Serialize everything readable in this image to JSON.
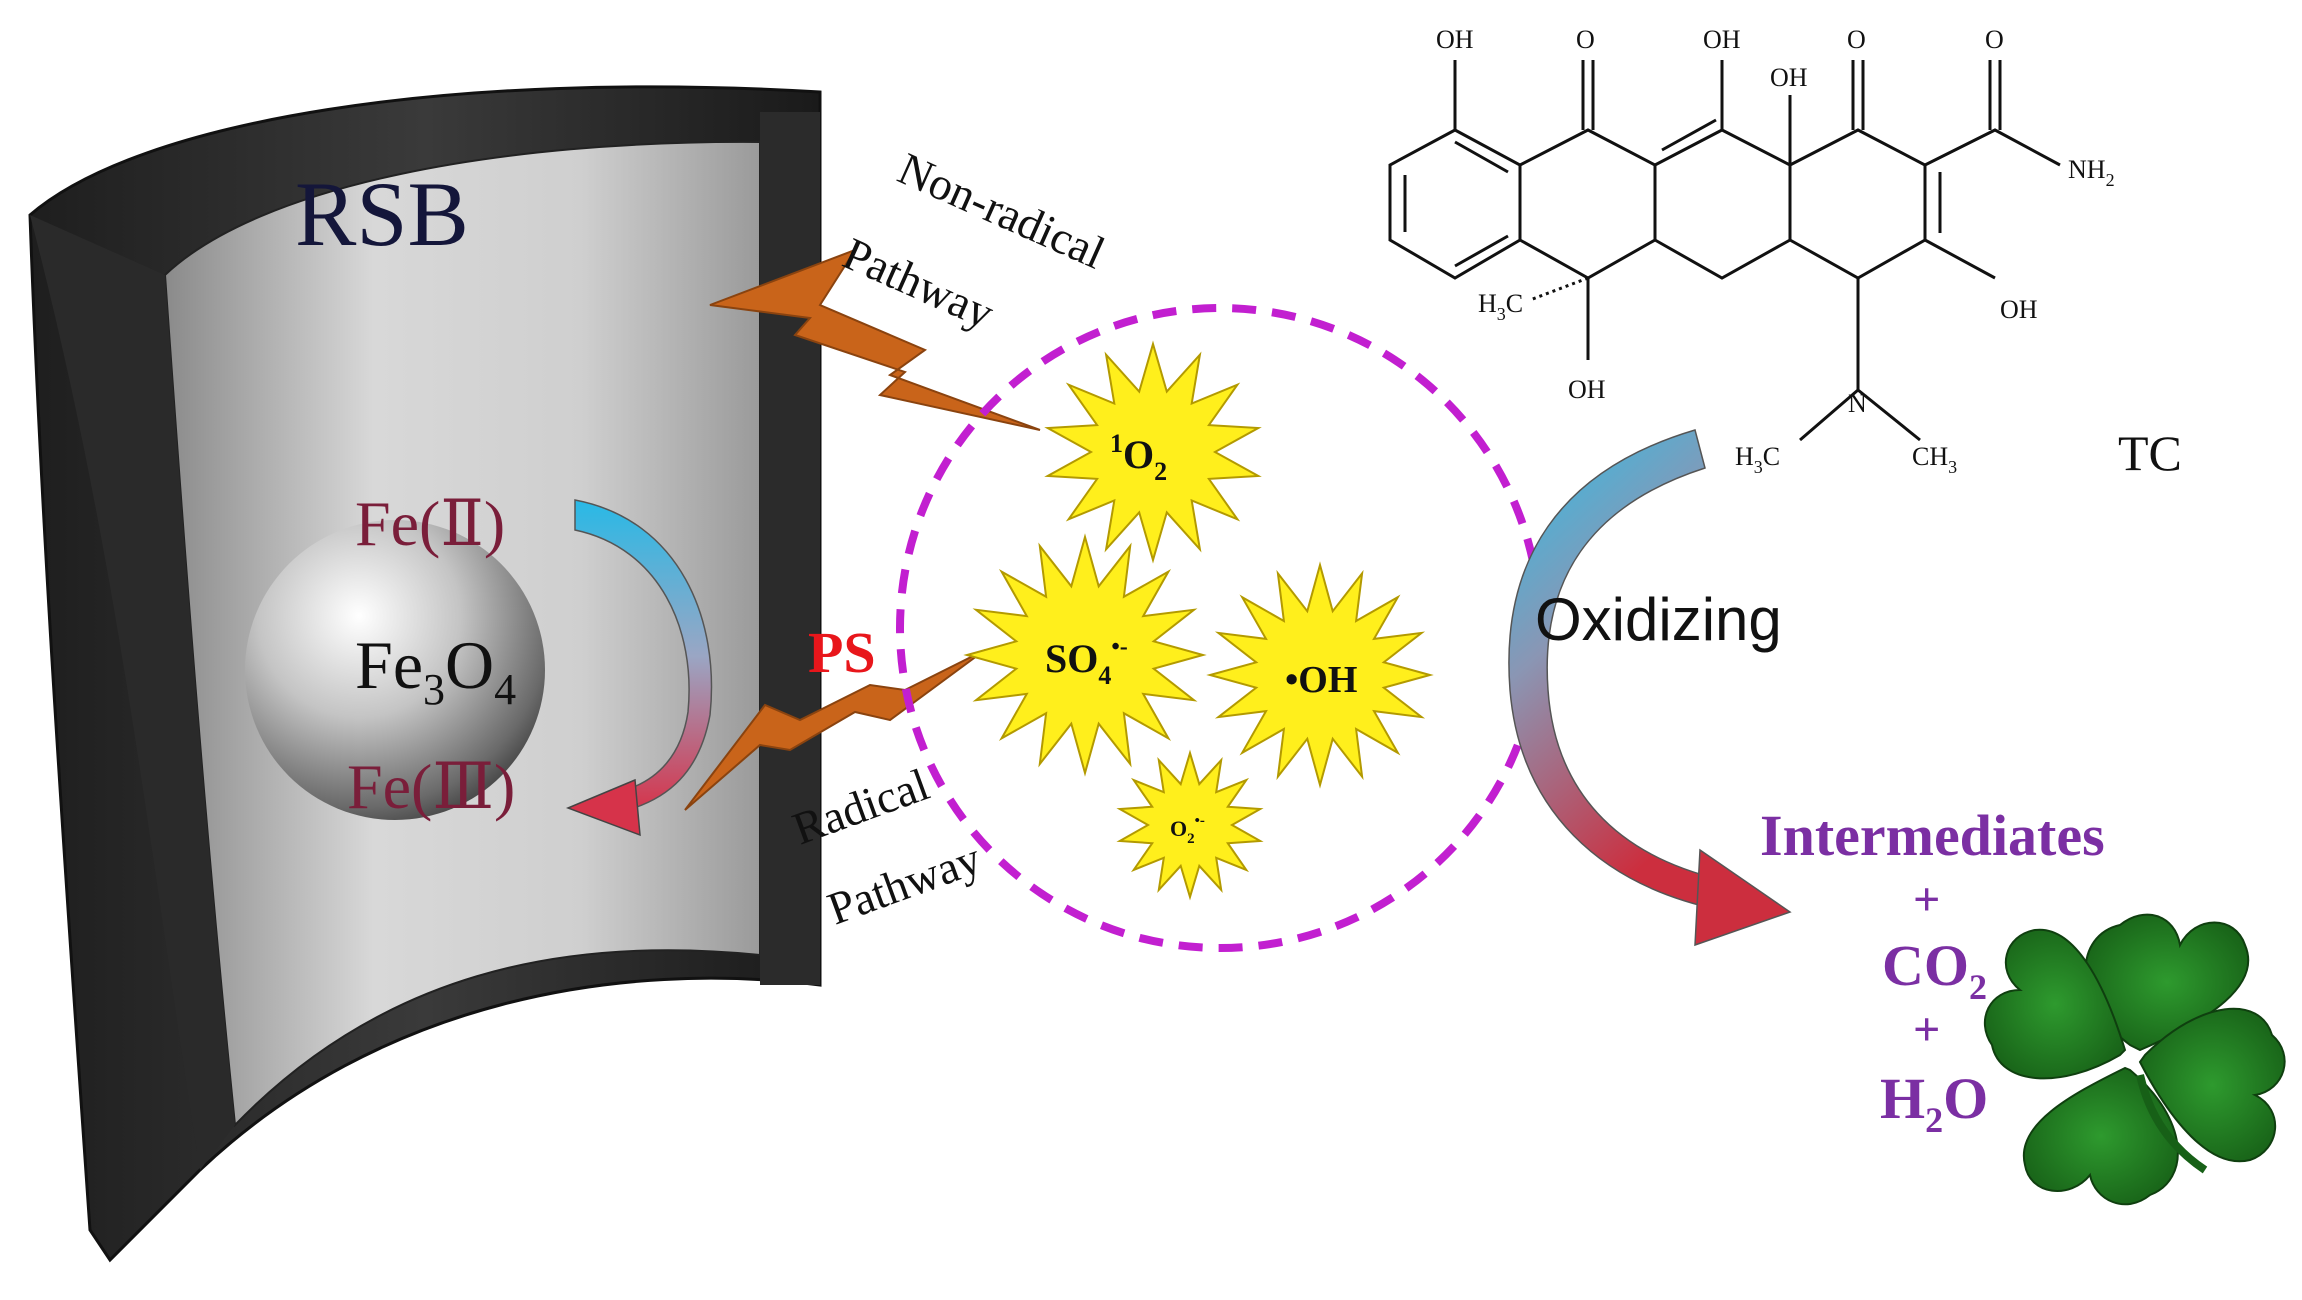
{
  "labels": {
    "rsb": "RSB",
    "fe2": "Fe(Ⅱ)",
    "fe3": "Fe(Ⅲ)",
    "fe3o4_base": "Fe",
    "fe3o4_sub1": "3",
    "fe3o4_mid": "O",
    "fe3o4_sub2": "4",
    "ps": "PS",
    "nonradical_line1": "Non-radical",
    "nonradical_line2": "Pathway",
    "radical_line1": "Radical",
    "radical_line2": "Pathway",
    "oxidizing": "Oxidizing",
    "tc": "TC"
  },
  "species": {
    "singlet_oxygen_sup": "1",
    "singlet_oxygen_base": "O",
    "singlet_oxygen_sub": "2",
    "sulfate_base": "SO",
    "sulfate_sub": "4",
    "sulfate_sup": "•-",
    "hydroxyl": "•OH",
    "superoxide_base": "O",
    "superoxide_sub": "2",
    "superoxide_sup": "•-"
  },
  "molecule": {
    "oh_1": "OH",
    "o_1": "O",
    "oh_2": "OH",
    "oh_3": "OH",
    "o_2": "O",
    "o_3": "O",
    "nh2": "NH",
    "nh2_sub": "2",
    "oh_4": "OH",
    "ch3_left": "H",
    "ch3_left_sub": "3",
    "ch3_left_c": "C",
    "oh_5": "OH",
    "n": "N",
    "ch3_a": "H",
    "ch3_a_sub": "3",
    "ch3_a_c": "C",
    "ch3_b": "CH",
    "ch3_b_sub": "3"
  },
  "products": {
    "intermediates": "Intermediates",
    "plus1": "+",
    "co2_base": "CO",
    "co2_sub": "2",
    "plus2": "+",
    "h2o_h": "H",
    "h2o_sub": "2",
    "h2o_o": "O"
  },
  "colors": {
    "fe_label": "#7a1e3a",
    "ps": "#e8161b",
    "products": "#7b2fa3",
    "circle": "#c21fd0",
    "bolt": "#c9641a",
    "star": "#ffef1c",
    "clover": "#1f7a1f"
  }
}
